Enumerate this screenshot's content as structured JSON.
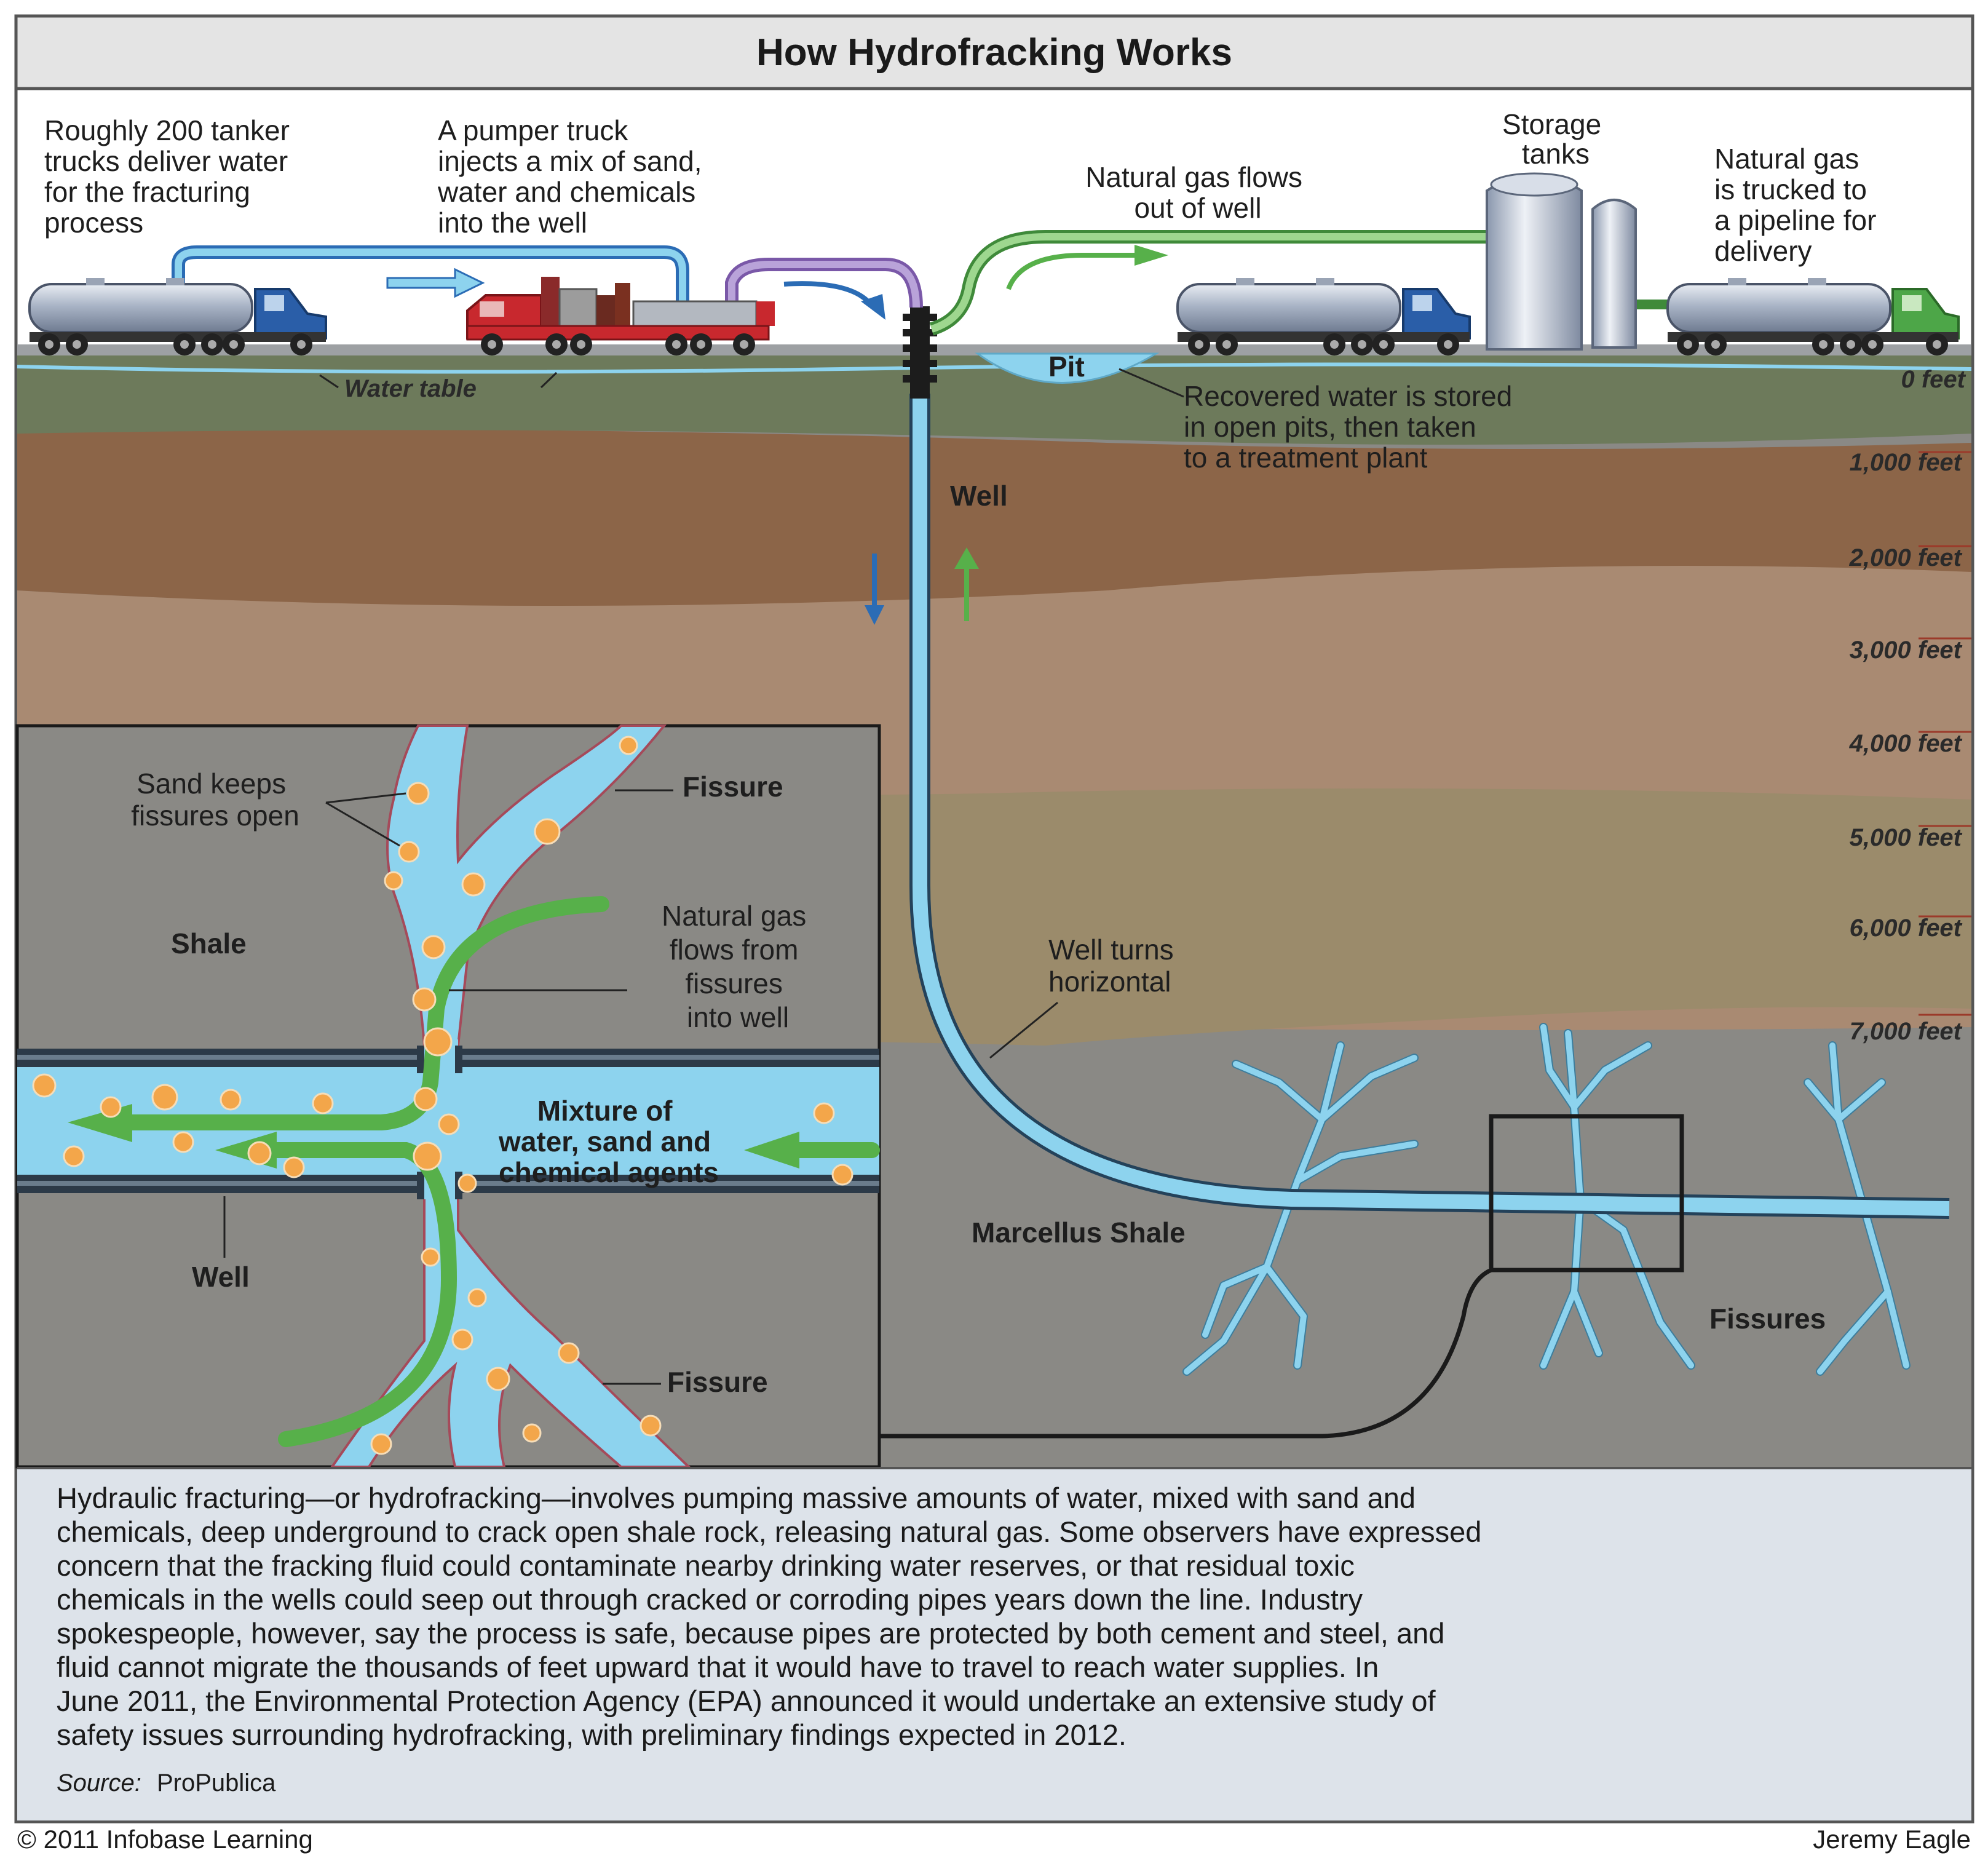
{
  "title": "How Hydrofracking Works",
  "top_labels": {
    "tankers": [
      "Roughly 200 tanker",
      "trucks deliver water",
      "for the fracturing",
      "process"
    ],
    "pumper": [
      "A pumper truck",
      "injects a mix of sand,",
      "water and chemicals",
      "into the well"
    ],
    "gas_flows": [
      "Natural gas flows",
      "out of well"
    ],
    "storage": [
      "Storage",
      "tanks"
    ],
    "trucked": [
      "Natural gas",
      "is trucked to",
      "a pipeline for",
      "delivery"
    ]
  },
  "ground_labels": {
    "water_table": "Water table",
    "pit": "Pit",
    "recovered": [
      "Recovered water is stored",
      "in open pits, then taken",
      "to a treatment plant"
    ],
    "well": "Well",
    "well_turns": [
      "Well turns",
      "horizontal"
    ],
    "marcellus": "Marcellus Shale",
    "fissures": "Fissures"
  },
  "depths": [
    "0 feet",
    "1,000 feet",
    "2,000 feet",
    "3,000 feet",
    "4,000 feet",
    "5,000 feet",
    "6,000 feet",
    "7,000 feet"
  ],
  "inset_labels": {
    "sand": [
      "Sand keeps",
      "fissures open"
    ],
    "fissure_top": "Fissure",
    "shale": "Shale",
    "gas_flows": [
      "Natural gas",
      "flows from",
      "fissures",
      "into well"
    ],
    "mixture": [
      "Mixture of",
      "water, sand and",
      "chemical agents"
    ],
    "well": "Well",
    "fissure_bottom": "Fissure"
  },
  "description": [
    "Hydraulic fracturing—or hydrofracking—involves pumping massive amounts of water, mixed with sand and",
    "chemicals, deep underground to crack open shale rock, releasing natural gas. Some observers have expressed",
    "concern that the fracking fluid could contaminate nearby drinking water reserves, or that residual toxic",
    "chemicals in the wells could seep out through cracked or corroding pipes years down the line. Industry",
    "spokespeople, however, say the process is safe, because pipes are protected by both cement and steel, and",
    "fluid cannot migrate the thousands of feet upward that it would have to travel to reach water supplies. In",
    "June 2011, the Environmental Protection Agency (EPA) announced it would undertake an extensive study of",
    "safety issues surrounding hydrofracking, with preliminary findings expected in 2012."
  ],
  "source_label": "Source:",
  "source_value": "ProPublica",
  "copyright": "© 2011 Infobase Learning",
  "credit": "Jeremy Eagle",
  "colors": {
    "water": "#8dd3ee",
    "gas_arrow": "#57b04a",
    "soil_top": "#6d7a5b",
    "soil_brown": "#8c6548",
    "soil_tan": "#a98a72",
    "shale": "#8a8985",
    "caption_bg": "#dde3ea",
    "sand": "#f3a64a"
  }
}
